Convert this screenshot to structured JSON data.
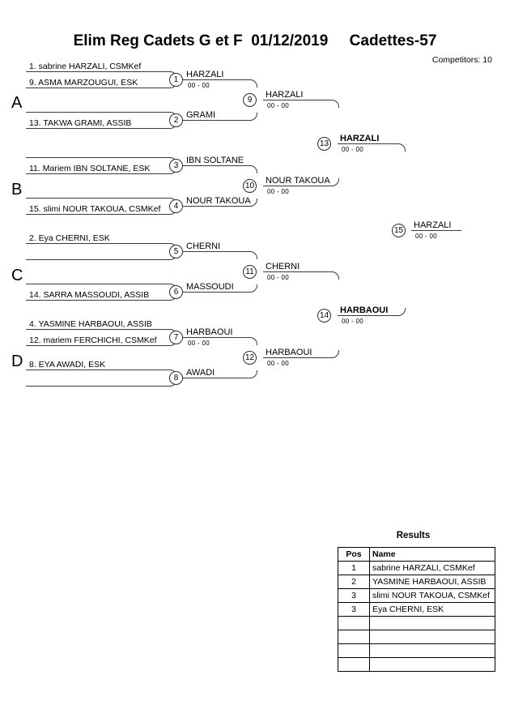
{
  "header": {
    "title": "Elim Reg Cadets G et F  01/12/2019     Cadettes-57",
    "competitors": "Competitors: 10"
  },
  "sections": [
    {
      "letter": "A"
    },
    {
      "letter": "B"
    },
    {
      "letter": "C"
    },
    {
      "letter": "D"
    }
  ],
  "entrants": [
    {
      "label": "1. sabrine HARZALI, CSMKef"
    },
    {
      "label": "9. ASMA MARZOUGUI, ESK"
    },
    {
      "label": "13. TAKWA GRAMI, ASSIB"
    },
    {
      "label": "11. Mariem IBN SOLTANE, ESK"
    },
    {
      "label": "15. slimi NOUR TAKOUA, CSMKef"
    },
    {
      "label": "2. Eya CHERNI, ESK"
    },
    {
      "label": "14. SARRA MASSOUDI, ASSIB"
    },
    {
      "label": "4. YASMINE HARBAOUI, ASSIB"
    },
    {
      "label": "12. mariem FERCHICHI, CSMKef"
    },
    {
      "label": "8. EYA AWADI, ESK"
    }
  ],
  "matches": [
    {
      "number": "1",
      "winner": "HARZALI",
      "score": "00 - 00"
    },
    {
      "number": "2",
      "winner": "GRAMI",
      "score": ""
    },
    {
      "number": "3",
      "winner": "IBN SOLTANE",
      "score": ""
    },
    {
      "number": "4",
      "winner": "NOUR TAKOUA",
      "score": ""
    },
    {
      "number": "5",
      "winner": "CHERNI",
      "score": ""
    },
    {
      "number": "6",
      "winner": "MASSOUDI",
      "score": ""
    },
    {
      "number": "7",
      "winner": "HARBAOUI",
      "score": "00 - 00"
    },
    {
      "number": "8",
      "winner": "AWADI",
      "score": ""
    },
    {
      "number": "9",
      "winner": "HARZALI",
      "score": "00 - 00"
    },
    {
      "number": "10",
      "winner": "NOUR TAKOUA",
      "score": "00 - 00"
    },
    {
      "number": "11",
      "winner": "CHERNI",
      "score": "00 - 00"
    },
    {
      "number": "12",
      "winner": "HARBAOUI",
      "score": "00 - 00"
    },
    {
      "number": "13",
      "winner": "HARZALI",
      "score": "00 - 00"
    },
    {
      "number": "14",
      "winner": "HARBAOUI",
      "score": "00 - 00"
    },
    {
      "number": "15",
      "winner": "HARZALI",
      "score": "00 - 00"
    }
  ],
  "results": {
    "title": "Results",
    "columns": [
      "Pos",
      "Name"
    ],
    "rows": [
      {
        "pos": "1",
        "name": "sabrine HARZALI, CSMKef"
      },
      {
        "pos": "2",
        "name": "YASMINE HARBAOUI, ASSIB"
      },
      {
        "pos": "3",
        "name": "slimi NOUR TAKOUA, CSMKef"
      },
      {
        "pos": "3",
        "name": "Eya CHERNI, ESK"
      },
      {
        "pos": "",
        "name": ""
      },
      {
        "pos": "",
        "name": ""
      },
      {
        "pos": "",
        "name": ""
      },
      {
        "pos": "",
        "name": ""
      }
    ]
  }
}
